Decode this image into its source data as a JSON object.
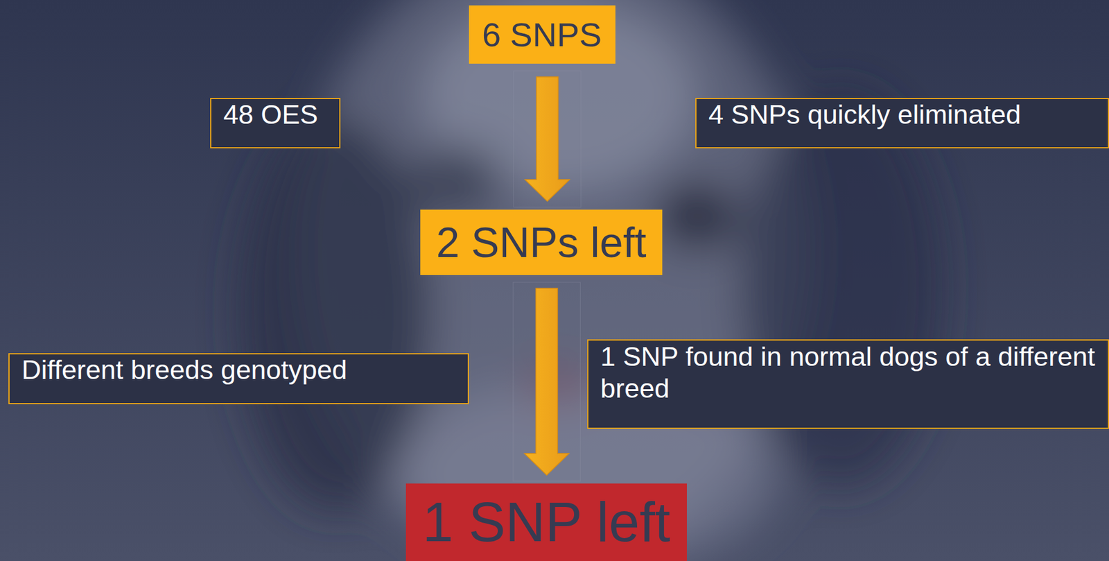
{
  "diagram": {
    "nodes": [
      {
        "text": [
          "6 SNPS"
        ]
      },
      {
        "text": [
          "48 OES"
        ]
      },
      {
        "text": [
          "4 SNPs quickly eliminated"
        ]
      },
      {
        "text": [
          "2 SNPs left"
        ]
      },
      {
        "text": [
          "Different breeds genotyped"
        ]
      },
      {
        "text": [
          "1 SNP found in normal dogs of a different breed"
        ]
      },
      {
        "text": [
          "1 SNP left"
        ]
      }
    ],
    "edges": [
      {
        "from": 0,
        "to": 3,
        "arrow": "to"
      },
      {
        "from": 3,
        "to": 6,
        "arrow": "to"
      }
    ]
  }
}
